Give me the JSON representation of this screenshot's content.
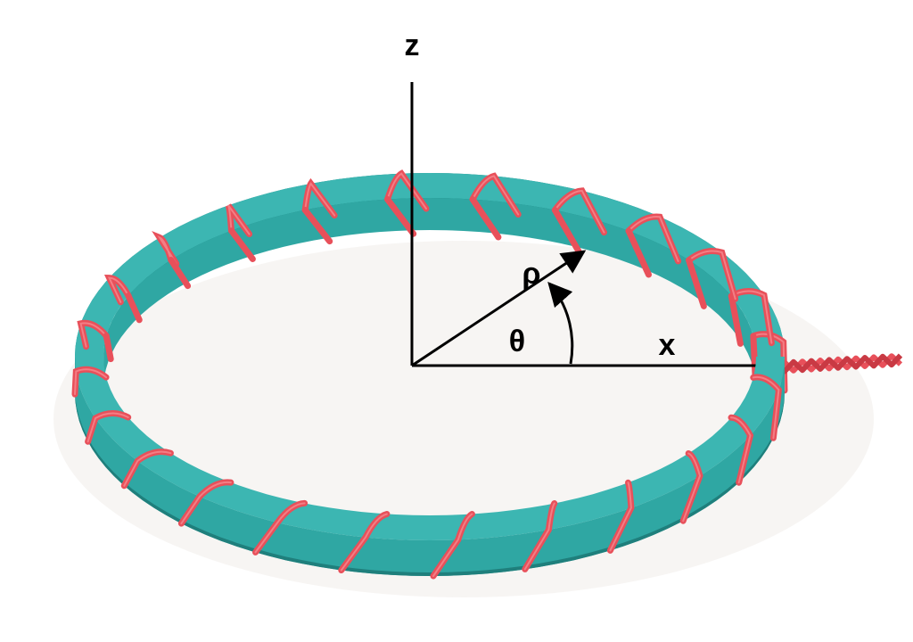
{
  "labels": {
    "z_axis": "z",
    "x_axis": "x",
    "radius": "ρ",
    "angle": "θ"
  },
  "colors": {
    "background": "#ffffff",
    "ring_face": "#2fa7a3",
    "ring_top": "#3cb6b2",
    "ring_shadow": "#1f7f7c",
    "wire": "#e8505a",
    "wire_highlight": "#f58a90",
    "axes": "#000000"
  },
  "coil": {
    "turns": 24
  }
}
